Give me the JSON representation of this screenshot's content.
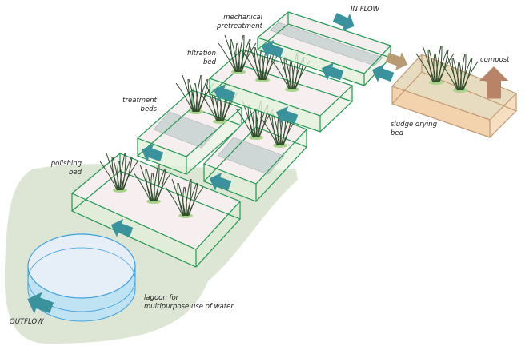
{
  "labels": {
    "inflow": "IN FLOW",
    "mechanical_1": "mechanical",
    "mechanical_2": "pretreatment",
    "filtration_1": "filtration",
    "filtration_2": "bed",
    "treatment_1": "treatment",
    "treatment_2": "beds",
    "polishing_1": "polishing",
    "polishing_2": "bed",
    "sludge_1": "sludge drying",
    "sludge_2": "bed",
    "compost": "compost",
    "lagoon_1": "lagoon for",
    "lagoon_2": "multipurpose use of water",
    "outflow": "OUTFLOW"
  },
  "colors": {
    "bed_outline": "#1f9a50",
    "flow_arrow": "#3a939c",
    "sludge_outline": "#c29a74",
    "sludge_fill": "#e8dcc0",
    "compost_arrow": "#b88366",
    "ground": "#dde5d5",
    "lagoon": "#3aa0df",
    "plant": "#2e4a2a"
  }
}
